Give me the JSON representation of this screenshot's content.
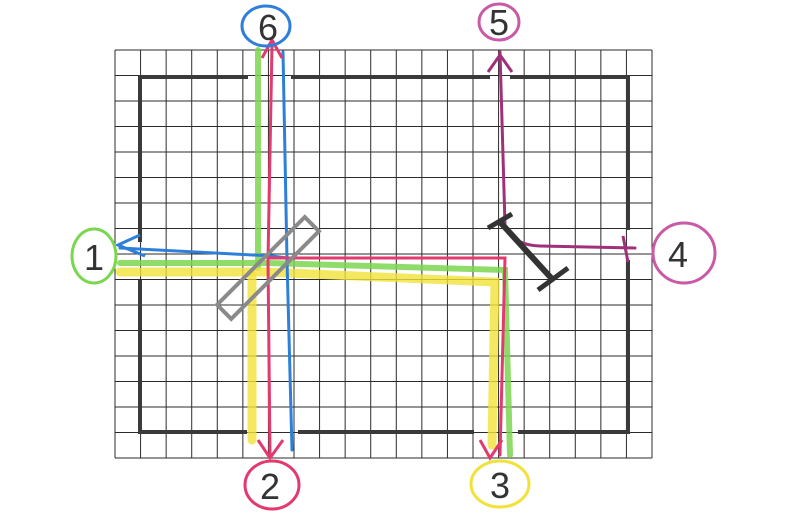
{
  "diagram": {
    "ports": [
      {
        "id": "1",
        "label": "1",
        "ring_color": "#7bd650"
      },
      {
        "id": "2",
        "label": "2",
        "ring_color": "#e23a6e"
      },
      {
        "id": "3",
        "label": "3",
        "ring_color": "#f1e23a"
      },
      {
        "id": "4",
        "label": "4",
        "ring_color": "#c85aa6"
      },
      {
        "id": "5",
        "label": "5",
        "ring_color": "#c85aa6"
      },
      {
        "id": "6",
        "label": "6",
        "ring_color": "#2e7fd9"
      }
    ],
    "colors": {
      "grid": "#2b2b2b",
      "frame": "#3a3a3a",
      "green": "#7bd650",
      "yellow": "#f1e23a",
      "red": "#e23a6e",
      "blue": "#2e7fd9",
      "purple": "#a0307a",
      "splitter": "#8a8a8a",
      "mirror": "#333333"
    }
  }
}
